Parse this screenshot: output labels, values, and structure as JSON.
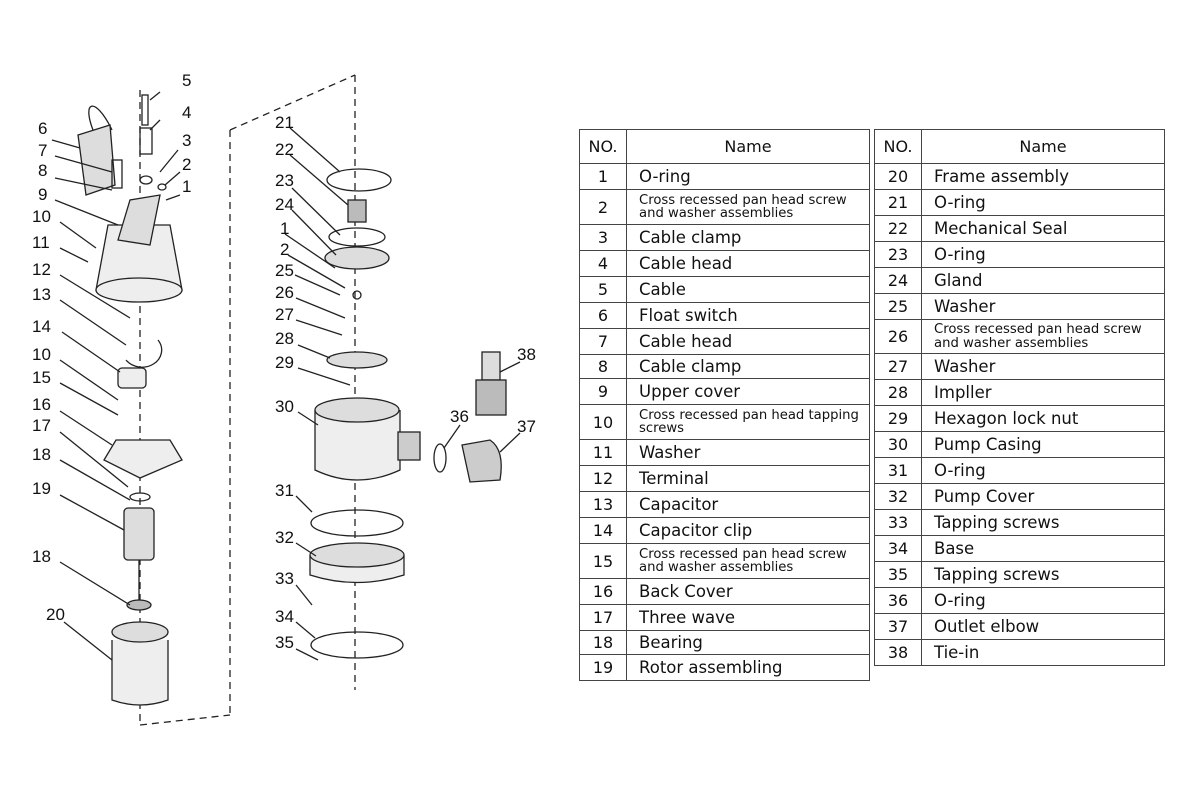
{
  "table_headers": {
    "no": "NO.",
    "name": "Name"
  },
  "parts_left": [
    {
      "no": "1",
      "name": "O-ring"
    },
    {
      "no": "2",
      "name": "Cross recessed pan head screw and washer assemblies"
    },
    {
      "no": "3",
      "name": "Cable clamp"
    },
    {
      "no": "4",
      "name": "Cable head"
    },
    {
      "no": "5",
      "name": "Cable"
    },
    {
      "no": "6",
      "name": "Float switch"
    },
    {
      "no": "7",
      "name": "Cable head"
    },
    {
      "no": "8",
      "name": "Cable clamp"
    },
    {
      "no": "9",
      "name": "Upper cover"
    },
    {
      "no": "10",
      "name": "Cross recessed pan head tapping screws"
    },
    {
      "no": "11",
      "name": "Washer"
    },
    {
      "no": "12",
      "name": "Terminal"
    },
    {
      "no": "13",
      "name": "Capacitor"
    },
    {
      "no": "14",
      "name": "Capacitor clip"
    },
    {
      "no": "15",
      "name": "Cross recessed pan head screw and washer assemblies"
    },
    {
      "no": "16",
      "name": "Back Cover"
    },
    {
      "no": "17",
      "name": "Three wave"
    },
    {
      "no": "18",
      "name": "Bearing"
    },
    {
      "no": "19",
      "name": "Rotor assembling"
    }
  ],
  "parts_right": [
    {
      "no": "20",
      "name": "Frame assembly"
    },
    {
      "no": "21",
      "name": "O-ring"
    },
    {
      "no": "22",
      "name": "Mechanical Seal"
    },
    {
      "no": "23",
      "name": "O-ring"
    },
    {
      "no": "24",
      "name": "Gland"
    },
    {
      "no": "25",
      "name": "Washer"
    },
    {
      "no": "26",
      "name": "Cross recessed pan head screw and washer assemblies"
    },
    {
      "no": "27",
      "name": "Washer"
    },
    {
      "no": "28",
      "name": "Impller"
    },
    {
      "no": "29",
      "name": "Hexagon lock nut"
    },
    {
      "no": "30",
      "name": "Pump Casing"
    },
    {
      "no": "31",
      "name": "O-ring"
    },
    {
      "no": "32",
      "name": "Pump Cover"
    },
    {
      "no": "33",
      "name": "Tapping screws"
    },
    {
      "no": "34",
      "name": "Base"
    },
    {
      "no": "35",
      "name": "Tapping screws"
    },
    {
      "no": "36",
      "name": "O-ring"
    },
    {
      "no": "37",
      "name": "Outlet elbow"
    },
    {
      "no": "38",
      "name": "Tie-in"
    }
  ],
  "callouts_left": [
    "5",
    "4",
    "3",
    "2",
    "1",
    "6",
    "7",
    "8",
    "9",
    "10",
    "11",
    "12",
    "13",
    "14",
    "10",
    "15",
    "16",
    "17",
    "18",
    "19",
    "18",
    "20"
  ],
  "callouts_mid": [
    "21",
    "22",
    "23",
    "24",
    "1",
    "2",
    "25",
    "26",
    "27",
    "28",
    "29",
    "30",
    "31",
    "32",
    "33",
    "34",
    "35"
  ],
  "callouts_right": [
    "38",
    "36",
    "37"
  ],
  "colors": {
    "line": "#222222",
    "table_border": "#444444",
    "dashed": "#555555"
  }
}
